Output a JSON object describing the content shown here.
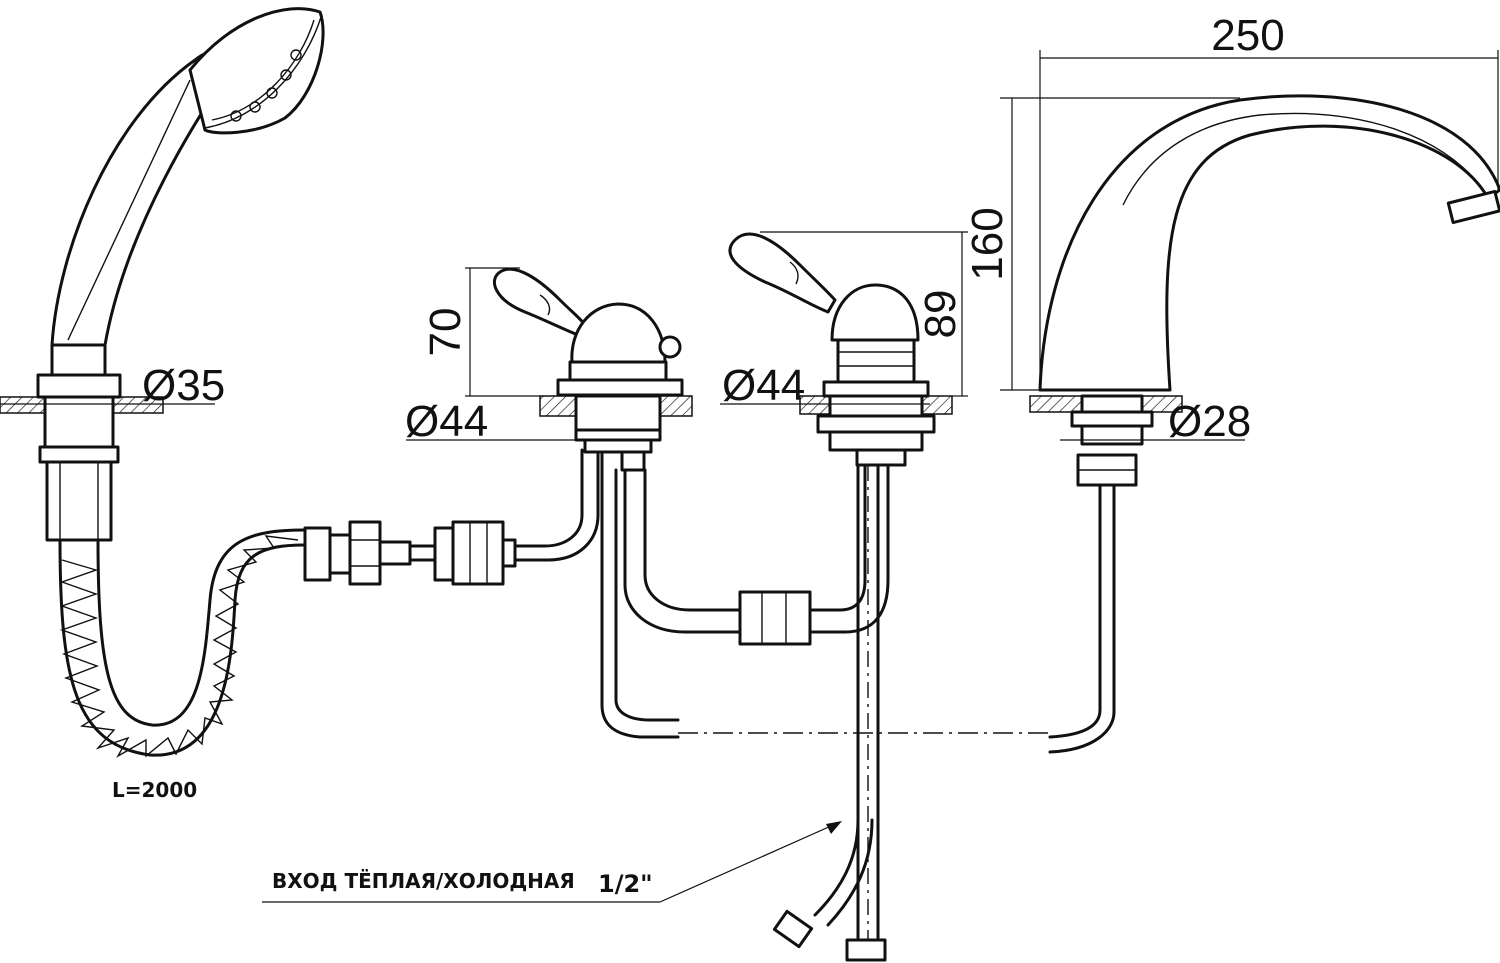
{
  "dimensions": {
    "total_width": "250",
    "spout_height": "160",
    "left_valve_height": "70",
    "right_valve_height": "89",
    "hand_shower_hole": "Ø35",
    "left_valve_hole": "Ø44",
    "right_valve_hole": "Ø44",
    "spout_hole": "Ø28"
  },
  "notes": {
    "hose_length": "L=2000",
    "inlet_label": "ВХОД ТЁПЛАЯ/ХОЛОДНАЯ",
    "inlet_size": "1/2\""
  },
  "colors": {
    "line": "#111111",
    "background": "#ffffff"
  }
}
